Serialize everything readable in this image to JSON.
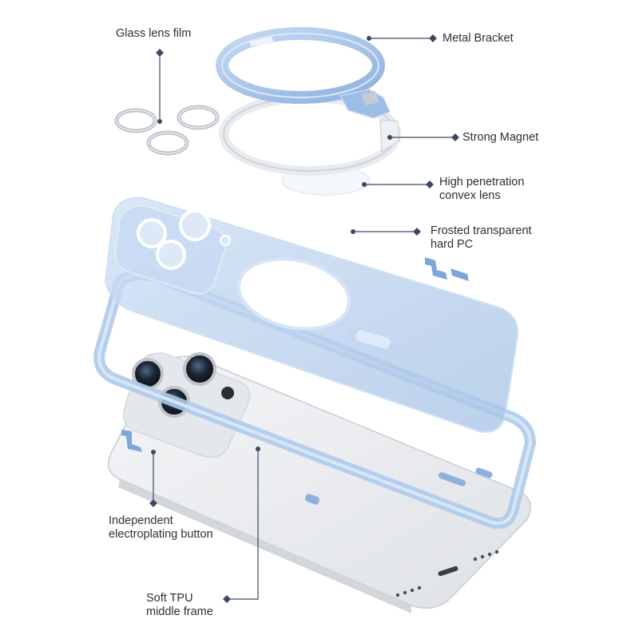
{
  "callouts": {
    "glass_lens_film": "Glass lens film",
    "metal_bracket": "Metal Bracket",
    "strong_magnet": "Strong Magnet",
    "convex_lens_1": "High penetration",
    "convex_lens_2": "convex lens",
    "frosted_pc_1": "Frosted transparent",
    "frosted_pc_2": "hard PC",
    "button_1": "Independent",
    "button_2": "electroplating button",
    "tpu_1": "Soft TPU",
    "tpu_2": "middle frame"
  },
  "colors": {
    "leader_line": "#3a4a63",
    "bracket_blue": "#a9c6ea",
    "case_blue": "#b6d0ee",
    "phone_silver": "#e9ebee",
    "text": "#2a2f3a"
  }
}
